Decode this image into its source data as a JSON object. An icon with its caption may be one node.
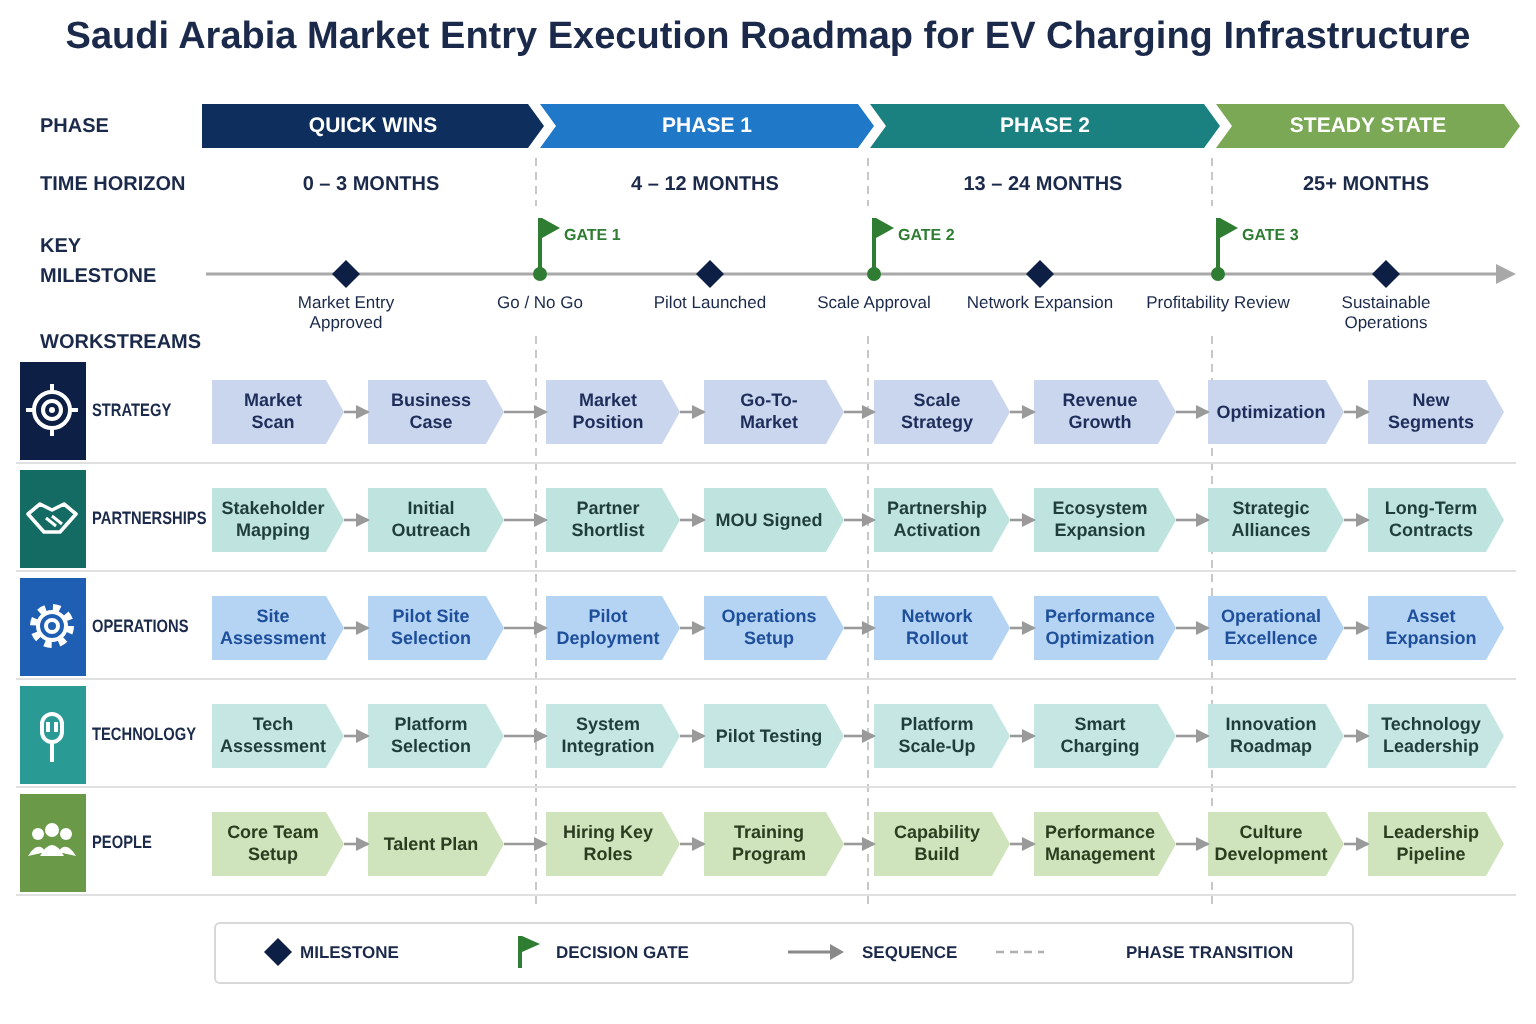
{
  "diagram": {
    "title": "Saudi Arabia Market Entry Execution Roadmap for EV Charging Infrastructure",
    "nodes": [
      {
        "text": [
          "QUICK WINS"
        ]
      },
      {
        "text": [
          "PHASE 1"
        ]
      },
      {
        "text": [
          "PHASE 2"
        ]
      },
      {
        "text": [
          "STEADY STATE"
        ]
      },
      {
        "text": [
          "Market Entry Approved"
        ]
      },
      {
        "text": [
          "GATE 1",
          "Go / No Go"
        ]
      },
      {
        "text": [
          "Pilot Launched"
        ]
      },
      {
        "text": [
          "GATE 2",
          "Scale Approval"
        ]
      },
      {
        "text": [
          "Network Expansion"
        ]
      },
      {
        "text": [
          "GATE 3",
          "Profitability Review"
        ]
      },
      {
        "text": [
          "Sustainable Operations"
        ]
      },
      {
        "text": [
          "STRATEGY"
        ]
      },
      {
        "text": [
          "Market Scan"
        ],
        "in": 11
      },
      {
        "text": [
          "Business Case"
        ],
        "in": 11
      },
      {
        "text": [
          "Market Position"
        ],
        "in": 11
      },
      {
        "text": [
          "Go-To-Market"
        ],
        "in": 11
      },
      {
        "text": [
          "Scale Strategy"
        ],
        "in": 11
      },
      {
        "text": [
          "Revenue Growth"
        ],
        "in": 11
      },
      {
        "text": [
          "Optimization"
        ],
        "in": 11
      },
      {
        "text": [
          "New Segments"
        ],
        "in": 11
      },
      {
        "text": [
          "PARTNERSHIPS"
        ]
      },
      {
        "text": [
          "Stakeholder Mapping"
        ],
        "in": 20
      },
      {
        "text": [
          "Initial Outreach"
        ],
        "in": 20
      },
      {
        "text": [
          "Partner Shortlist"
        ],
        "in": 20
      },
      {
        "text": [
          "MOU Signed"
        ],
        "in": 20
      },
      {
        "text": [
          "Partnership Activation"
        ],
        "in": 20
      },
      {
        "text": [
          "Ecosystem Expansion"
        ],
        "in": 20
      },
      {
        "text": [
          "Strategic Alliances"
        ],
        "in": 20
      },
      {
        "text": [
          "Long-Term Contracts"
        ],
        "in": 20
      },
      {
        "text": [
          "OPERATIONS"
        ]
      },
      {
        "text": [
          "Site Assessment"
        ],
        "in": 29
      },
      {
        "text": [
          "Pilot Site Selection"
        ],
        "in": 29
      },
      {
        "text": [
          "Pilot Deployment"
        ],
        "in": 29
      },
      {
        "text": [
          "Operations Setup"
        ],
        "in": 29
      },
      {
        "text": [
          "Network Rollout"
        ],
        "in": 29
      },
      {
        "text": [
          "Performance Optimization"
        ],
        "in": 29
      },
      {
        "text": [
          "Operational Excellence"
        ],
        "in": 29
      },
      {
        "text": [
          "Asset Expansion"
        ],
        "in": 29
      },
      {
        "text": [
          "TECHNOLOGY"
        ]
      },
      {
        "text": [
          "Tech Assessment"
        ],
        "in": 38
      },
      {
        "text": [
          "Platform Selection"
        ],
        "in": 38
      },
      {
        "text": [
          "System Integration"
        ],
        "in": 38
      },
      {
        "text": [
          "Pilot Testing"
        ],
        "in": 38
      },
      {
        "text": [
          "Platform Scale-Up"
        ],
        "in": 38
      },
      {
        "text": [
          "Smart Charging"
        ],
        "in": 38
      },
      {
        "text": [
          "Innovation Roadmap"
        ],
        "in": 38
      },
      {
        "text": [
          "Technology Leadership"
        ],
        "in": 38
      },
      {
        "text": [
          "PEOPLE"
        ]
      },
      {
        "text": [
          "Core Team Setup"
        ],
        "in": 47
      },
      {
        "text": [
          "Talent Plan"
        ],
        "in": 47
      },
      {
        "text": [
          "Hiring Key Roles"
        ],
        "in": 47
      },
      {
        "text": [
          "Training Program"
        ],
        "in": 47
      },
      {
        "text": [
          "Capability Build"
        ],
        "in": 47
      },
      {
        "text": [
          "Performance Management"
        ],
        "in": 47
      },
      {
        "text": [
          "Culture Development"
        ],
        "in": 47
      },
      {
        "text": [
          "Leadership Pipeline"
        ],
        "in": 47
      }
    ],
    "edges": [
      {
        "from": 12,
        "to": 13,
        "arrow": "to"
      },
      {
        "from": 13,
        "to": 14,
        "arrow": "to"
      },
      {
        "from": 14,
        "to": 15,
        "arrow": "to"
      },
      {
        "from": 15,
        "to": 16,
        "arrow": "to"
      },
      {
        "from": 16,
        "to": 17,
        "arrow": "to"
      },
      {
        "from": 17,
        "to": 18,
        "arrow": "to"
      },
      {
        "from": 18,
        "to": 19,
        "arrow": "to"
      },
      {
        "from": 21,
        "to": 22,
        "arrow": "to"
      },
      {
        "from": 22,
        "to": 23,
        "arrow": "to"
      },
      {
        "from": 23,
        "to": 24,
        "arrow": "to"
      },
      {
        "from": 24,
        "to": 25,
        "arrow": "to"
      },
      {
        "from": 25,
        "to": 26,
        "arrow": "to"
      },
      {
        "from": 26,
        "to": 27,
        "arrow": "to"
      },
      {
        "from": 27,
        "to": 28,
        "arrow": "to"
      },
      {
        "from": 30,
        "to": 31,
        "arrow": "to"
      },
      {
        "from": 31,
        "to": 32,
        "arrow": "to"
      },
      {
        "from": 32,
        "to": 33,
        "arrow": "to"
      },
      {
        "from": 33,
        "to": 34,
        "arrow": "to"
      },
      {
        "from": 34,
        "to": 35,
        "arrow": "to"
      },
      {
        "from": 35,
        "to": 36,
        "arrow": "to"
      },
      {
        "from": 36,
        "to": 37,
        "arrow": "to"
      },
      {
        "from": 39,
        "to": 40,
        "arrow": "to"
      },
      {
        "from": 40,
        "to": 41,
        "arrow": "to"
      },
      {
        "from": 41,
        "to": 42,
        "arrow": "to"
      },
      {
        "from": 42,
        "to": 43,
        "arrow": "to"
      },
      {
        "from": 43,
        "to": 44,
        "arrow": "to"
      },
      {
        "from": 44,
        "to": 45,
        "arrow": "to"
      },
      {
        "from": 45,
        "to": 46,
        "arrow": "to"
      },
      {
        "from": 48,
        "to": 49,
        "arrow": "to"
      },
      {
        "from": 49,
        "to": 50,
        "arrow": "to"
      },
      {
        "from": 50,
        "to": 51,
        "arrow": "to"
      },
      {
        "from": 51,
        "to": 52,
        "arrow": "to"
      },
      {
        "from": 52,
        "to": 53,
        "arrow": "to"
      },
      {
        "from": 53,
        "to": 54,
        "arrow": "to"
      },
      {
        "from": 54,
        "to": 55,
        "arrow": "to"
      }
    ],
    "labels": [
      "PHASE",
      "TIME HORIZON",
      "KEY MILESTONE",
      "WORKSTREAMS",
      "0 – 3 MONTHS",
      "4 – 12 MONTHS",
      "13 – 24 MONTHS",
      "25+ MONTHS"
    ],
    "legend": [
      {
        "text": "MILESTONE"
      },
      {
        "text": "DECISION GATE"
      },
      {
        "text": "SEQUENCE"
      },
      {
        "text": "PHASE TRANSITION"
      }
    ]
  }
}
